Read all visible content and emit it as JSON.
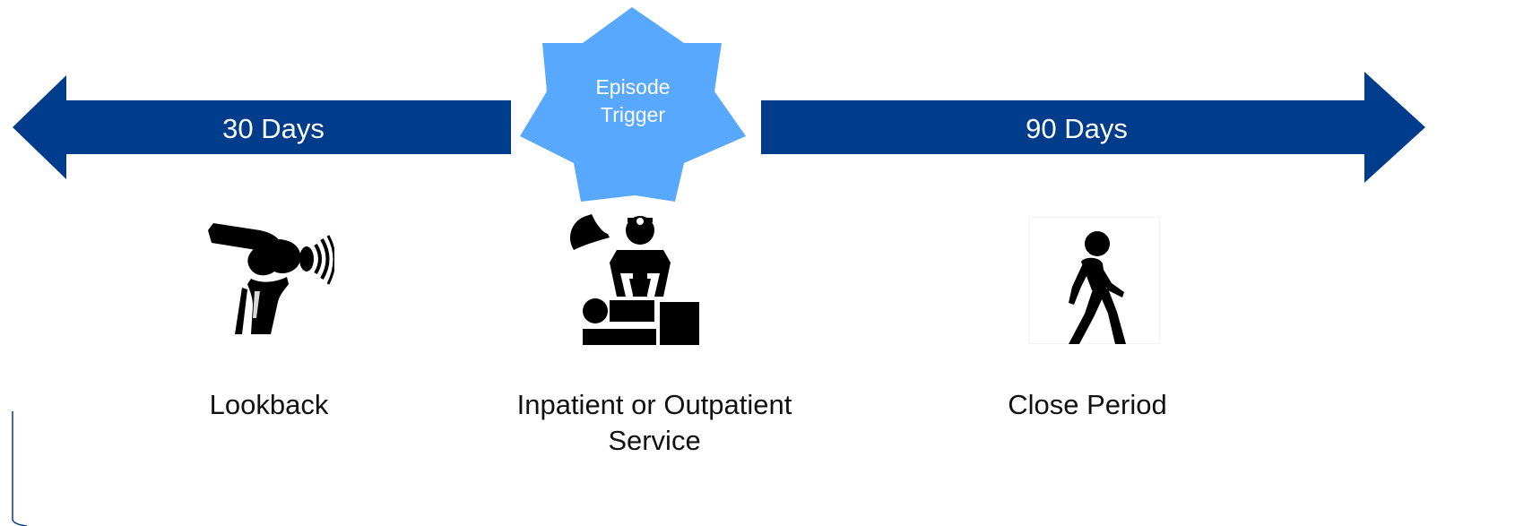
{
  "left_arrow": {
    "label": "30 Days"
  },
  "right_arrow": {
    "label": "90 Days"
  },
  "trigger": {
    "line1": "Episode",
    "line2": "Trigger"
  },
  "stages": [
    {
      "label": "Lookback",
      "icon": "knee-xray-icon"
    },
    {
      "label_line1": "Inpatient or Outpatient",
      "label_line2": "Service",
      "icon": "surgeon-operating-icon"
    },
    {
      "label": "Close Period",
      "icon": "walking-person-icon"
    }
  ],
  "colors": {
    "arrow": "#003C8C",
    "star": "#59A8FF",
    "icon": "#000000"
  }
}
